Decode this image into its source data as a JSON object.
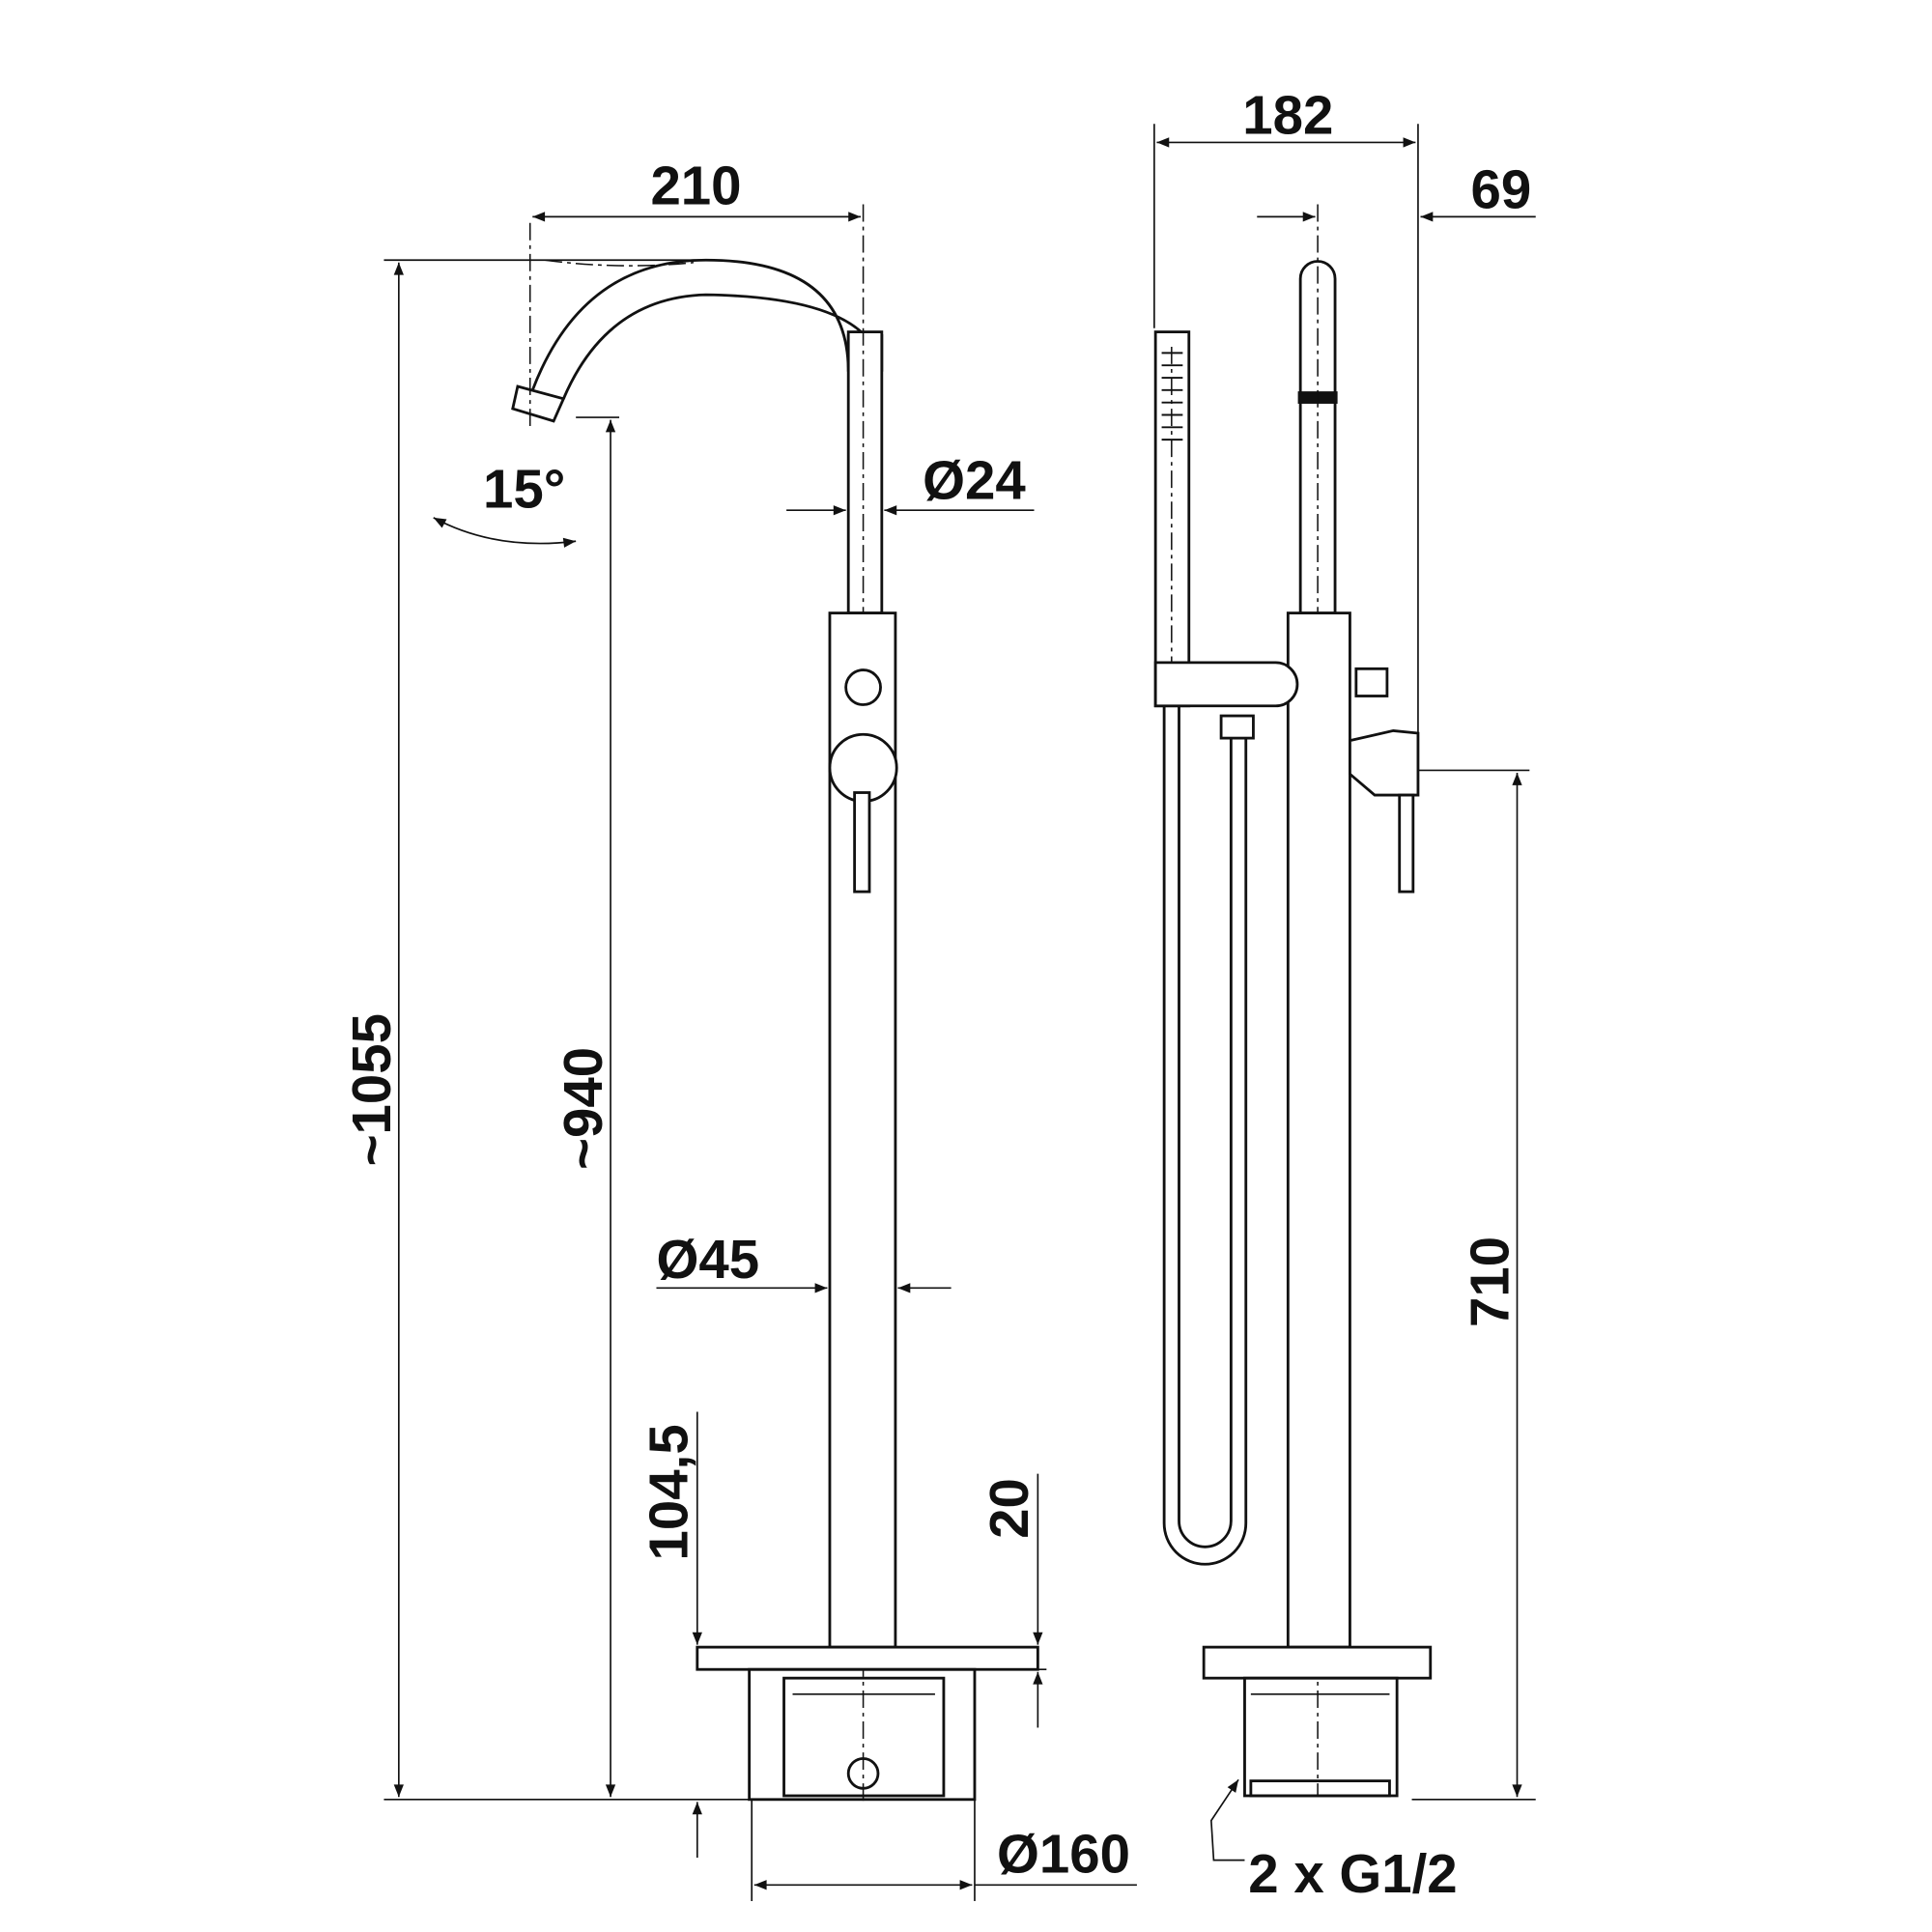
{
  "title": "Freestanding bath mixer technical drawing",
  "front_view": {
    "width_spout": "210",
    "height_total": "~1055",
    "height_outlet": "~940",
    "spout_angle": "15°",
    "spout_diameter": "Ø24",
    "column_diameter": "Ø45",
    "base_depth": "104,5",
    "plate_thickness": "20",
    "base_diameter": "Ø160"
  },
  "side_view": {
    "width_total": "182",
    "offset": "69",
    "lever_height": "710",
    "connection": "2 x G1/2"
  }
}
